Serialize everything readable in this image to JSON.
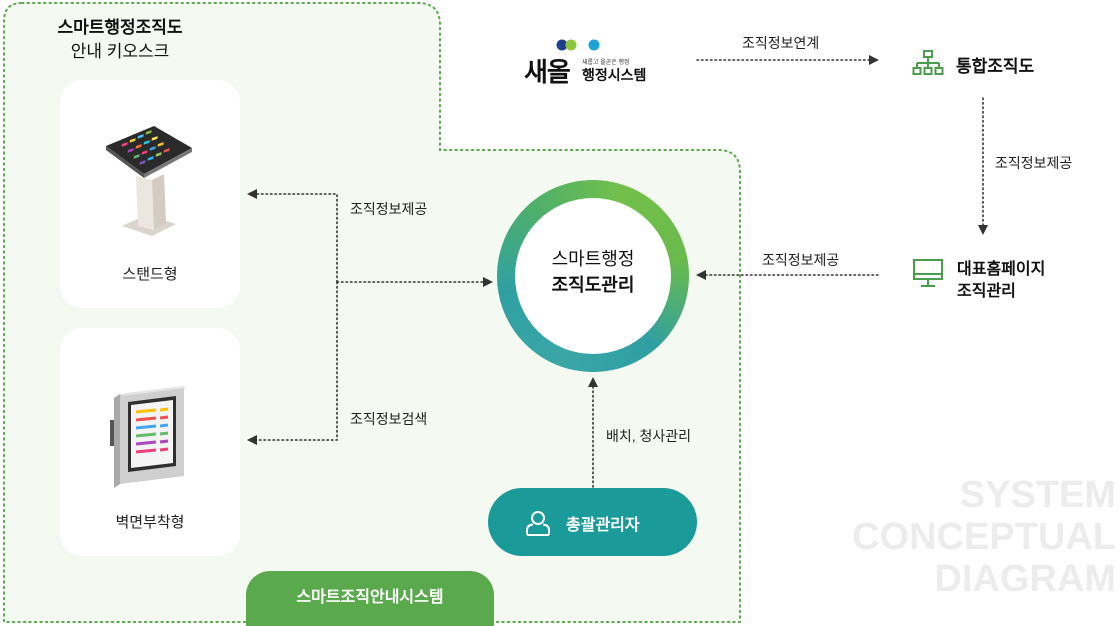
{
  "kiosk": {
    "title_line1": "스마트행정조직도",
    "title_line2": "안내 키오스크",
    "stand_label": "스탠드형",
    "wall_label": "벽면부착형",
    "system_tab": "스마트조직안내시스템"
  },
  "center": {
    "line1": "스마트행정",
    "line2": "조직도관리"
  },
  "admin": {
    "label": "총괄관리자",
    "link_label": "배치, 청사관리"
  },
  "links": {
    "to_stand": "조직정보제공",
    "to_wall": "조직정보검색",
    "logo_to_org": "조직정보연계",
    "org_to_home": "조직정보제공",
    "home_to_center": "조직정보제공"
  },
  "logo": {
    "brand": "새올",
    "tagline": "새롭고 올곧은 행정",
    "subtitle": "행정시스템"
  },
  "org_chart": {
    "label": "통합조직도",
    "icon": "org-chart-icon"
  },
  "homepage": {
    "line1": "대표홈페이지",
    "line2": "조직관리",
    "icon": "monitor-icon"
  },
  "watermark": {
    "line1": "SYSTEM",
    "line2": "CONCEPTUAL",
    "line3": "DIAGRAM"
  },
  "colors": {
    "region_fill": "#f4f9f1",
    "region_border": "#5aa94d",
    "tab_green": "#5aa94d",
    "admin_teal": "#1b9a9a",
    "icon_green": "#4a9d4a",
    "arrow": "#333333"
  }
}
